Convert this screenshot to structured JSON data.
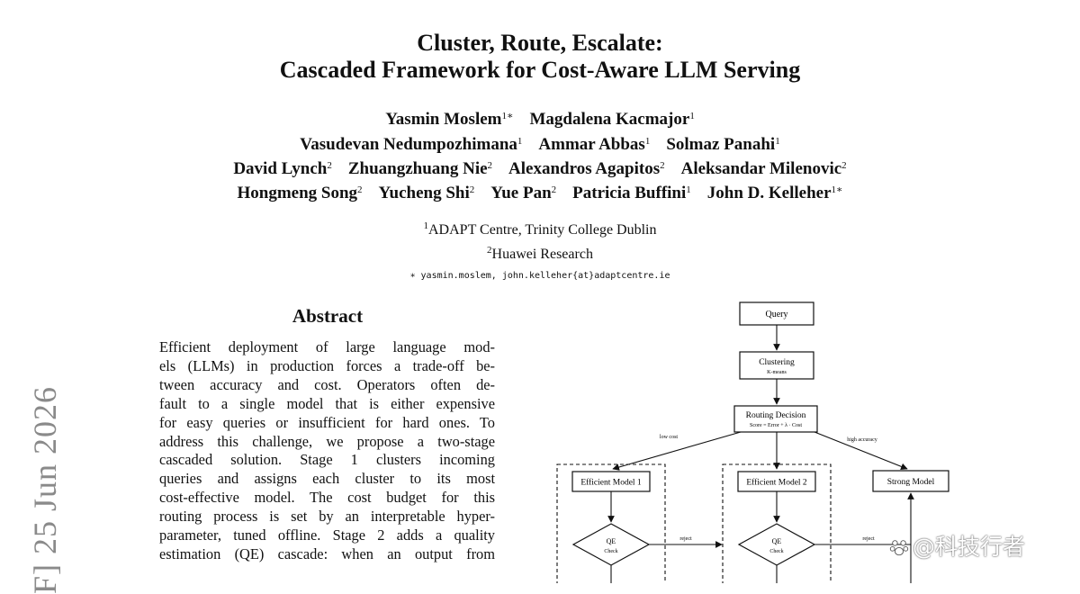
{
  "paper": {
    "title_line1": "Cluster, Route, Escalate:",
    "title_line2": "Cascaded Framework for Cost-Aware LLM Serving",
    "author_rows": [
      [
        {
          "name": "Yasmin Moslem",
          "sup": "1∗"
        },
        {
          "name": "Magdalena Kacmajor",
          "sup": "1"
        }
      ],
      [
        {
          "name": "Vasudevan Nedumpozhimana",
          "sup": "1"
        },
        {
          "name": "Ammar Abbas",
          "sup": "1"
        },
        {
          "name": "Solmaz Panahi",
          "sup": "1"
        }
      ],
      [
        {
          "name": "David Lynch",
          "sup": "2"
        },
        {
          "name": "Zhuangzhuang Nie",
          "sup": "2"
        },
        {
          "name": "Alexandros Agapitos",
          "sup": "2"
        },
        {
          "name": "Aleksandar Milenovic",
          "sup": "2"
        }
      ],
      [
        {
          "name": "Hongmeng Song",
          "sup": "2"
        },
        {
          "name": "Yucheng Shi",
          "sup": "2"
        },
        {
          "name": "Yue Pan",
          "sup": "2"
        },
        {
          "name": "Patricia Buffini",
          "sup": "1"
        },
        {
          "name": "John D. Kelleher",
          "sup": "1∗"
        }
      ]
    ],
    "affiliations": [
      {
        "sup": "1",
        "text": "ADAPT Centre, Trinity College Dublin"
      },
      {
        "sup": "2",
        "text": "Huawei Research"
      }
    ],
    "email": "∗ yasmin.moslem, john.kelleher{at}adaptcentre.ie",
    "abstract_heading": "Abstract",
    "abstract_lines": [
      "Efficient deployment of large language mod-",
      "els (LLMs) in production forces a trade-off be-",
      "tween accuracy and cost. Operators often de-",
      "fault to a single model that is either expensive",
      "for easy queries or insufficient for hard ones. To",
      "address this challenge, we propose a two-stage",
      "cascaded solution. Stage 1 clusters incoming",
      "queries and assigns each cluster to its most",
      "cost-effective model. The cost budget for this",
      "routing process is set by an interpretable hyper-",
      "parameter, tuned offline. Stage 2 adds a quality",
      "estimation (QE) cascade: when an output from"
    ],
    "arxiv_stamp": "F]  25 Jun 2026"
  },
  "diagram": {
    "query": "Query",
    "clustering": "Clustering",
    "clustering_sub": "K-means",
    "routing": "Routing Decision",
    "routing_sub": "Score = Error + λ · Cost",
    "low_cost": "low cost",
    "high_accuracy": "high accuracy",
    "efficient1": "Efficient Model 1",
    "efficient2": "Efficient Model 2",
    "strong": "Strong Model",
    "qe": "QE",
    "qe_sub": "Check",
    "reject": "reject"
  },
  "watermark": {
    "text": "@科技行者",
    "icon": "paw-logo-icon"
  }
}
